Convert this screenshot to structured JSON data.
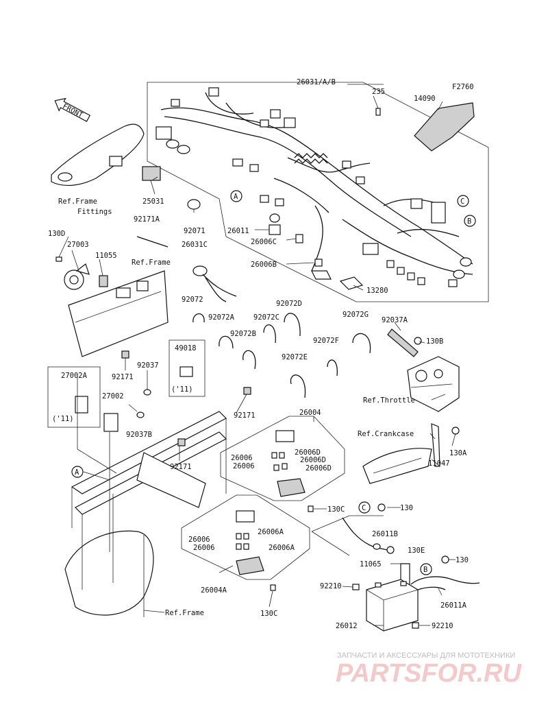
{
  "figure_code": "F2760",
  "front_label": "FRONT",
  "refs": {
    "frame_fittings": [
      "Ref.Frame",
      "Fittings"
    ],
    "frame_top": "Ref.Frame",
    "throttle": "Ref.Throttle",
    "crankcase": "Ref.Crankcase",
    "frame_bottom": "Ref.Frame"
  },
  "callouts": {
    "a": "A",
    "b": "B",
    "c": "C"
  },
  "labels": {
    "harness": "26031/A/B",
    "bolt_235": "235",
    "bracket_14090": "14090",
    "relay_25031": "25031",
    "grommet_92071": "92071",
    "clamp_92171A": "92171A",
    "bolt_130D": "130D",
    "horn_27003": "27003",
    "bracket_11055": "11055",
    "harness_26031C": "26031C",
    "connector_26011": "26011",
    "fuse_26006C": "26006C",
    "fuse_26006B": "26006B",
    "cover_13280": "13280",
    "band_92072": "92072",
    "band_92072A": "92072A",
    "band_92072B": "92072B",
    "band_92072C": "92072C",
    "band_92072D": "92072D",
    "band_92072E": "92072E",
    "band_92072F": "92072F",
    "band_92072G": "92072G",
    "bracket_92037A": "92037A",
    "bolt_130B": "130B",
    "switch_49018": "49018",
    "year_11_a": "('11)",
    "clamp_92171": "92171",
    "clamp_92037": "92037",
    "relay_27002A": "27002A",
    "year_11_b": "('11)",
    "relay_27002": "27002",
    "clamp_92171_b": "92171",
    "clamp_92037B": "92037B",
    "fusebox_26004": "26004",
    "fuse_26006_1": "26006",
    "fuse_26006D_1": "26006D",
    "fuse_26006D_2": "26006D",
    "fuse_26006_2": "26006",
    "fuse_26006D_3": "26006D",
    "clamp_92171_c": "92171",
    "bolt_130A": "130A",
    "bracket_11047": "11047",
    "bolt_130C_a": "130C",
    "bolt_130": "130",
    "fuse_26006_3": "26006",
    "fuse_26006A_1": "26006A",
    "fuse_26006_4": "26006",
    "fuse_26006A_2": "26006A",
    "lead_26011B": "26011B",
    "bolt_130E": "130E",
    "bracket_11065": "11065",
    "bolt_130_b": "130",
    "fusebox_26004A": "26004A",
    "bolt_130C_b": "130C",
    "pad_92210_a": "92210",
    "lead_26011A": "26011A",
    "battery_26012": "26012",
    "pad_92210_b": "92210"
  },
  "watermark": {
    "line1": "ЗАПЧАСТИ И АКСЕССУАРЫ ДЛЯ МОТОТЕХНИКИ",
    "line2": "PARTSFOR.RU"
  }
}
